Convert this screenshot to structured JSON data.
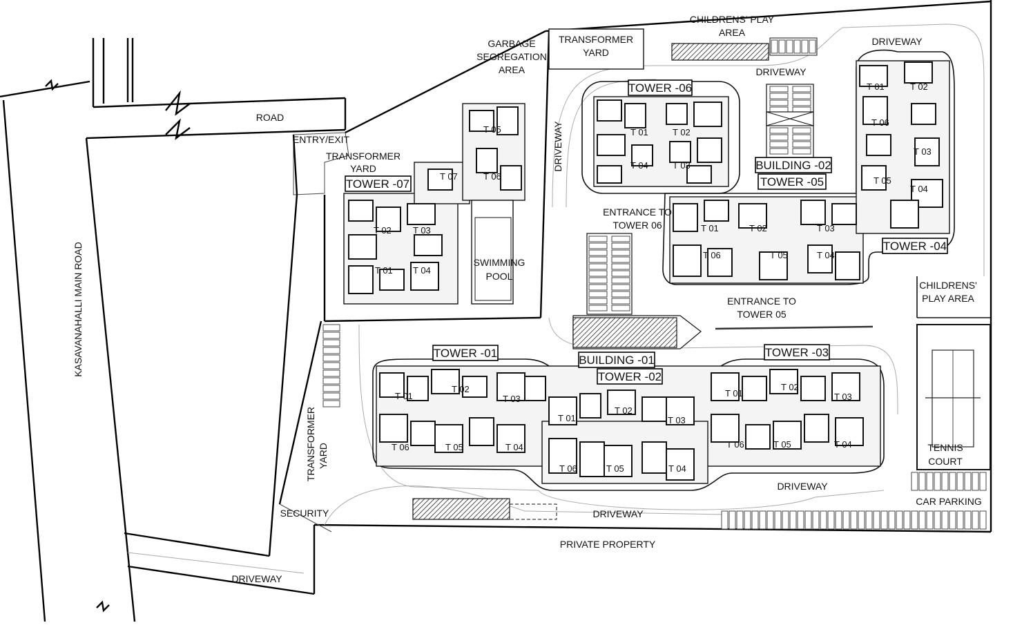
{
  "labels": {
    "road": "ROAD",
    "main_road": "KASAVANAHALLI MAIN ROAD",
    "entry_exit": "ENTRY/EXIT",
    "transformer_yard_top": "TRANSFORMER\nYARD",
    "transformer_yard_left_1": "TRANSFORMER",
    "transformer_yard_left_2": "YARD",
    "transformer_yard_side": "TRANSFORMER\nYARD",
    "garbage_1": "GARBAGE",
    "garbage_2": "SEGREGATION",
    "garbage_3": "AREA",
    "play_area_top_1": "CHILDRENS' PLAY",
    "play_area_top_2": "AREA",
    "play_area_right_1": "CHILDRENS'",
    "play_area_right_2": "PLAY AREA",
    "driveway": "DRIVEWAY",
    "swimming_1": "SWIMMING",
    "swimming_2": "POOL",
    "entrance_t6_1": "ENTRANCE TO",
    "entrance_t6_2": "TOWER 06",
    "entrance_t5_1": "ENTRANCE TO",
    "entrance_t5_2": "TOWER 05",
    "tennis_1": "TENNIS",
    "tennis_2": "COURT",
    "car_parking": "CAR PARKING",
    "security": "SECURITY",
    "private_property": "PRIVATE PROPERTY"
  },
  "towers": {
    "t1": "TOWER -01",
    "t2": "TOWER -02",
    "t3": "TOWER -03",
    "t4": "TOWER -04",
    "t5": "TOWER -05",
    "t6": "TOWER -06",
    "t7": "TOWER -07",
    "b1": "BUILDING -01",
    "b2": "BUILDING -02"
  },
  "units": [
    "T 01",
    "T 02",
    "T 03",
    "T 04",
    "T 05",
    "T 06",
    "T 07"
  ]
}
